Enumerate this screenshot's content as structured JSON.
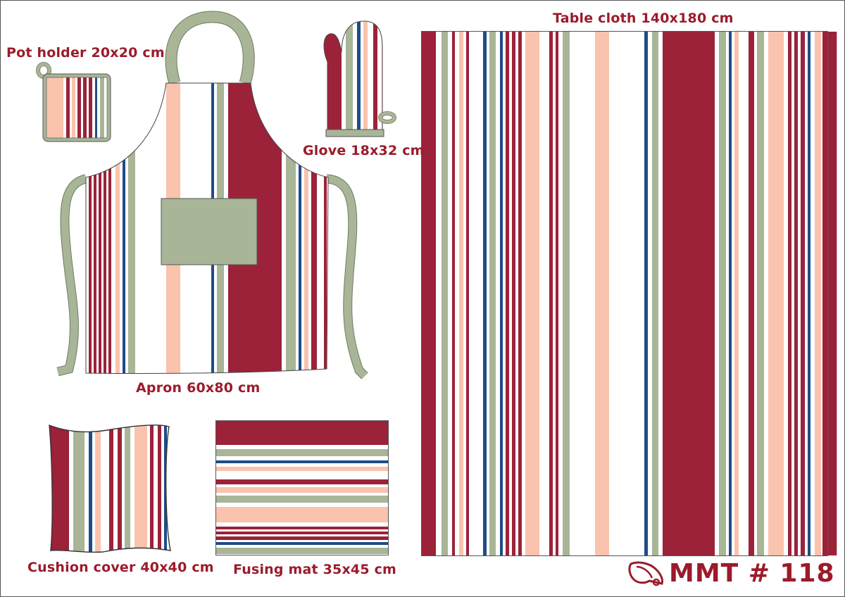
{
  "captions": {
    "pot_holder": "Pot holder 20x20 cm",
    "glove": "Glove 18x32 cm",
    "apron": "Apron 60x80 cm",
    "table_cloth": "Table cloth 140x180 cm",
    "cushion_cover": "Cushion cover 40x40 cm",
    "fusing_mat": "Fusing mat 35x45 cm"
  },
  "brand": {
    "code": "MMT # 118",
    "logo_icon": "bell-logo-icon"
  },
  "colors": {
    "red": "#9b2239",
    "sage": "#a8b597",
    "peach": "#f9c3ad",
    "navy": "#1e4c86",
    "white": "#ffffff",
    "outline": "#555555",
    "caption": "#9b1b2b"
  }
}
